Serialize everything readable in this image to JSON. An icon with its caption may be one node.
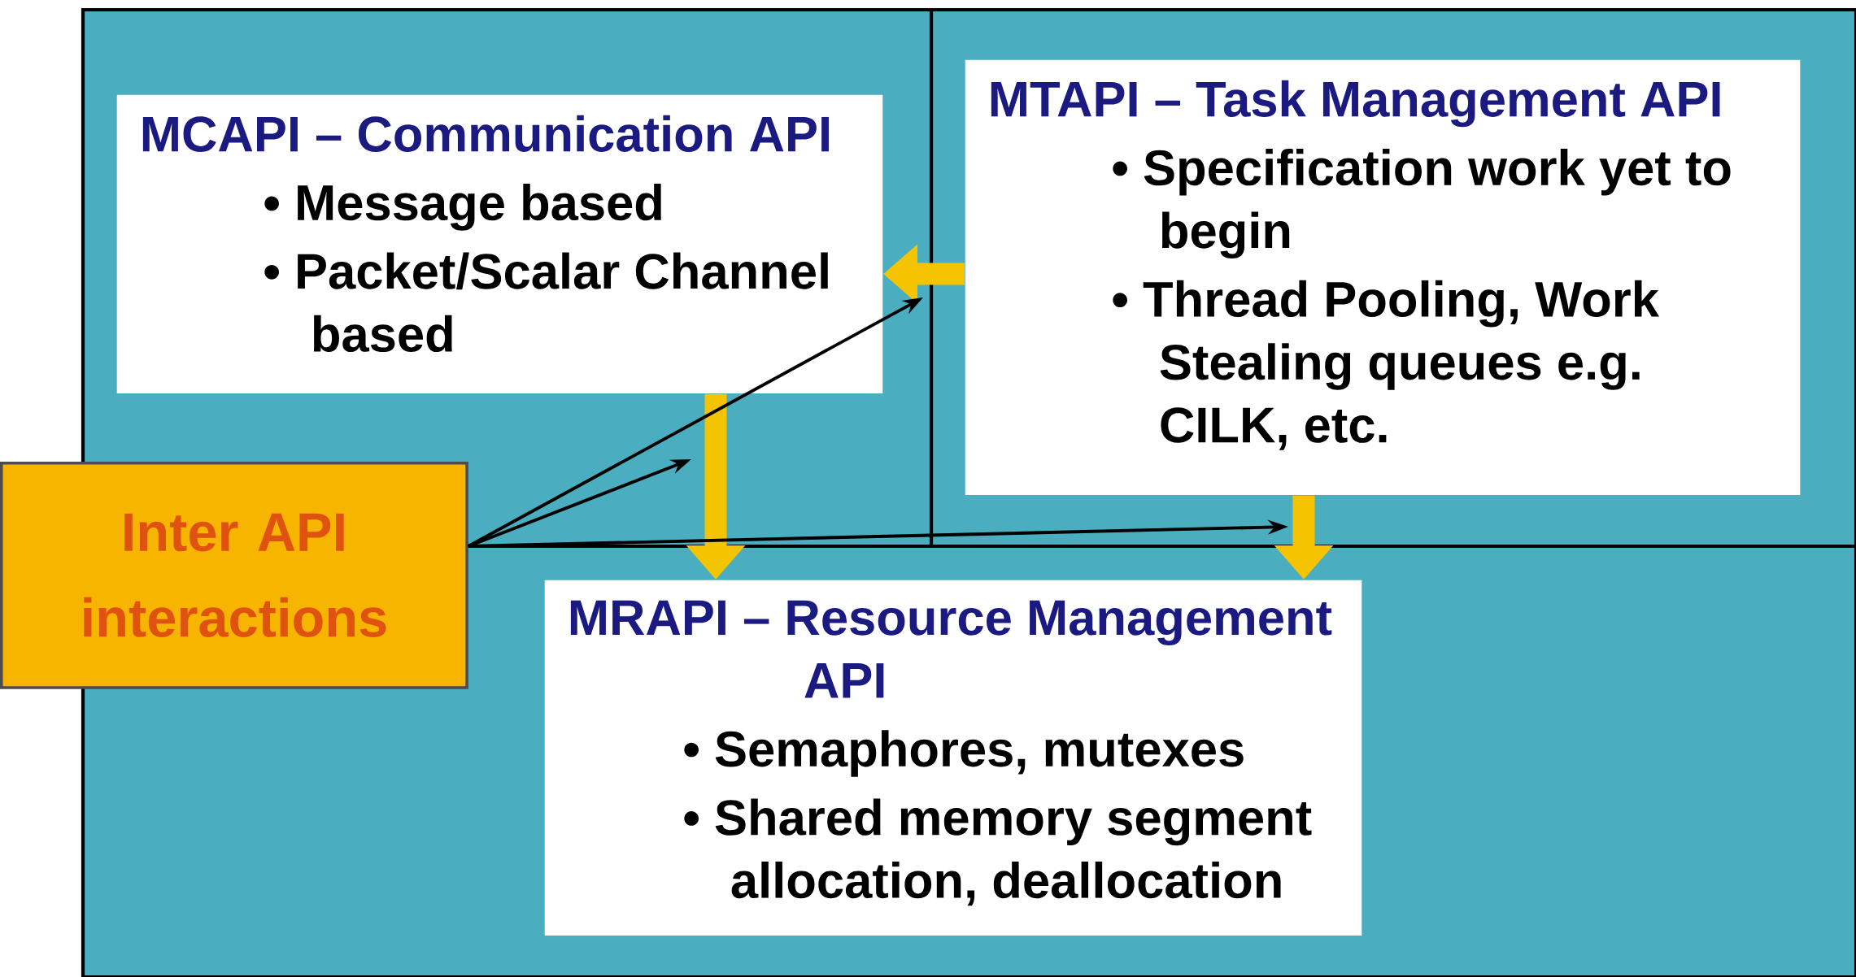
{
  "diagram": {
    "nodes": [
      {
        "text": [
          "MCAPI – Communication API",
          "• Message based",
          "• Packet/Scalar Channel based"
        ]
      },
      {
        "text": [
          "MTAPI – Task Management API",
          "• Specification work yet to begin",
          "• Thread Pooling, Work Stealing queues e.g. CILK, etc."
        ]
      },
      {
        "text": [
          "Inter API interactions"
        ]
      },
      {
        "text": [
          "MRAPI – Resource Management API",
          "• Semaphores, mutexes",
          "• Shared memory segment allocation, deallocation"
        ]
      }
    ],
    "edges": [
      {
        "from": 1,
        "to": 0,
        "arrow": "to",
        "style": "thick",
        "color": "#f5c400"
      },
      {
        "from": 0,
        "to": 3,
        "arrow": "to",
        "style": "thick",
        "color": "#f5c400"
      },
      {
        "from": 1,
        "to": 3,
        "arrow": "to",
        "style": "thick",
        "color": "#f5c400"
      },
      {
        "from": 2,
        "to": null,
        "arrow": "to",
        "color": "#000000"
      },
      {
        "from": 2,
        "to": null,
        "arrow": "to",
        "color": "#000000"
      },
      {
        "from": 2,
        "to": null,
        "arrow": "to",
        "color": "#000000"
      }
    ]
  }
}
